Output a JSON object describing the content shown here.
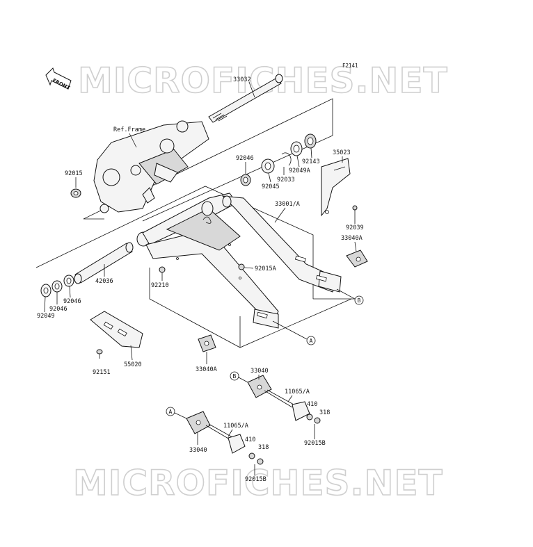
{
  "diagram_code": "F2141",
  "watermark": "MICROFICHES.NET",
  "front_marker": "FRONT",
  "ref_frame": "Ref.Frame",
  "callouts": [
    "A",
    "B"
  ],
  "parts": {
    "p33032": "33032",
    "p92015_top": "92015",
    "p92046_top": "92046",
    "p92045": "92045",
    "p92033": "92033",
    "p92049A": "92049A",
    "p92143": "92143",
    "p35023": "35023",
    "p33001A": "33001/A",
    "p92039": "92039",
    "p33040A_right": "33040A",
    "p92015A": "92015A",
    "p92210": "92210",
    "p42036": "42036",
    "p92046_a": "92046",
    "p92046_b": "92046",
    "p92049": "92049",
    "p55020": "55020",
    "p92151": "92151",
    "p33040A_low": "33040A",
    "p33040_right": "33040",
    "p11065A_right": "11065/A",
    "p410_right": "410",
    "p318_right": "318",
    "p92015B_right": "92015B",
    "p33040_left": "33040",
    "p11065A_left": "11065/A",
    "p410_left": "410",
    "p318_left": "318",
    "p92015B_left": "92015B"
  }
}
